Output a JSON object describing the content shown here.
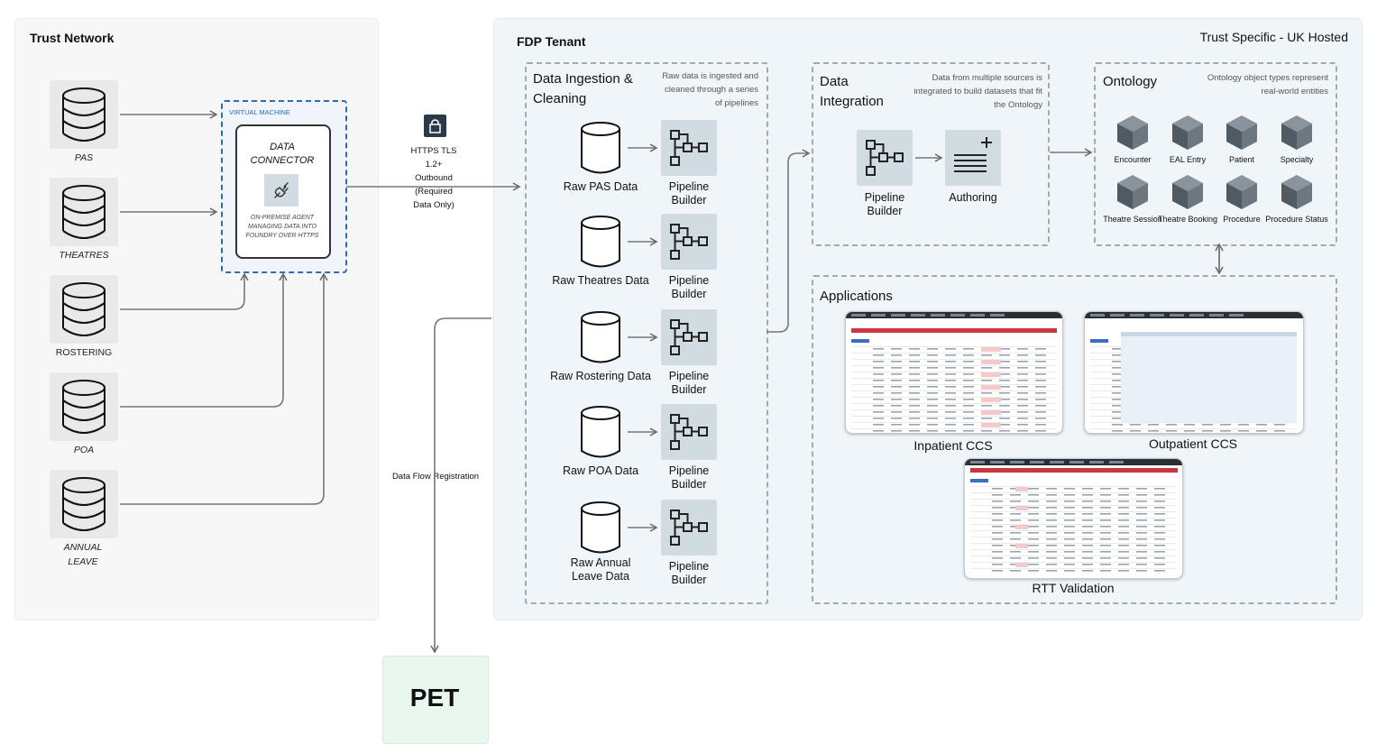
{
  "trust_network": {
    "title": "Trust Network",
    "sources": [
      "PAS",
      "THEATRES",
      "ROSTERING",
      "POA",
      "ANNUAL LEAVE"
    ]
  },
  "vm": {
    "label": "VIRTUAL MACHINE",
    "connector_title": "DATA CONNECTOR",
    "connector_desc": "ON-PREMISE AGENT MANAGING DATA INTO FOUNDRY OVER HTTPS"
  },
  "link": {
    "text": "HTTPS TLS 1.2+ Outbound (Required Data Only)",
    "lock_icon": "lock-icon"
  },
  "data_flow_label": "Data Flow Registration",
  "pet_label": "PET",
  "fdp": {
    "title": "FDP Tenant",
    "hosting": "Trust Specific - UK Hosted"
  },
  "ingestion": {
    "title": "Data Ingestion & Cleaning",
    "note": "Raw data is ingested and cleaned through a series of pipelines",
    "rows": [
      {
        "raw": "Raw PAS Data",
        "pipeline": "Pipeline Builder"
      },
      {
        "raw": "Raw Theatres Data",
        "pipeline": "Pipeline Builder"
      },
      {
        "raw": "Raw Rostering Data",
        "pipeline": "Pipeline Builder"
      },
      {
        "raw": "Raw POA Data",
        "pipeline": "Pipeline Builder"
      },
      {
        "raw": "Raw Annual Leave Data",
        "pipeline": "Pipeline Builder"
      }
    ]
  },
  "integration": {
    "title": "Data Integration",
    "note": "Data from multiple sources is integrated to build datasets that fit the Ontology",
    "pipeline": "Pipeline Builder",
    "authoring": "Authoring"
  },
  "ontology": {
    "title": "Ontology",
    "note": "Ontology object types represent real-world entities",
    "objects": [
      "Encounter",
      "EAL Entry",
      "Patient",
      "Specialty",
      "Theatre Session",
      "Theatre Booking",
      "Procedure",
      "Procedure Status"
    ]
  },
  "applications": {
    "title": "Applications",
    "apps": [
      "Inpatient CCS",
      "Outpatient CCS",
      "RTT Validation"
    ]
  },
  "colors": {
    "tenant_bg": "#f0f5fa",
    "network_bg": "#f7f7f7",
    "vm_border": "#2f6bb5",
    "icon_bg": "#d0dce2",
    "pet_bg": "#eaf7ee",
    "app_red": "#c9373c"
  }
}
